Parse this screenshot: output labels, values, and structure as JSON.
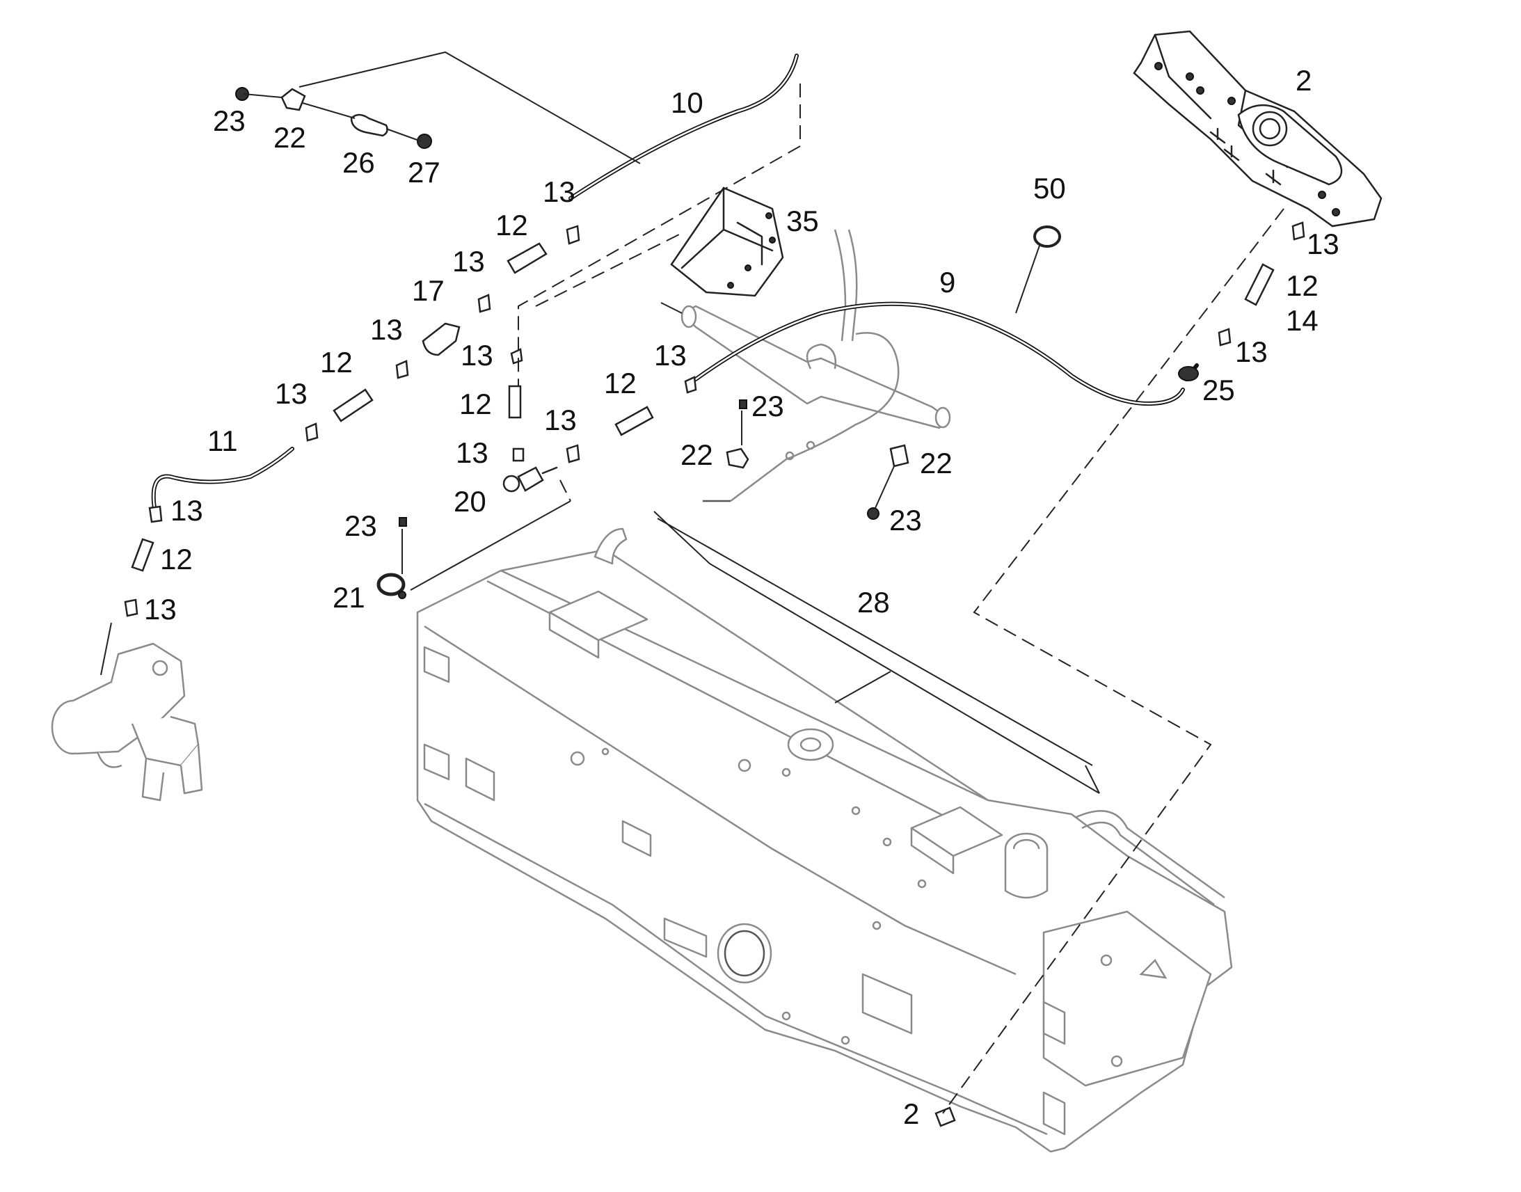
{
  "callouts": [
    {
      "id": "c2a",
      "text": "2"
    },
    {
      "id": "c2b",
      "text": "2"
    },
    {
      "id": "c9",
      "text": "9"
    },
    {
      "id": "c10",
      "text": "10"
    },
    {
      "id": "c11",
      "text": "11"
    },
    {
      "id": "c12a",
      "text": "12"
    },
    {
      "id": "c12b",
      "text": "12"
    },
    {
      "id": "c12c",
      "text": "12"
    },
    {
      "id": "c12d",
      "text": "12"
    },
    {
      "id": "c12e",
      "text": "12"
    },
    {
      "id": "c12f",
      "text": "12"
    },
    {
      "id": "c13a",
      "text": "13"
    },
    {
      "id": "c13b",
      "text": "13"
    },
    {
      "id": "c13c",
      "text": "13"
    },
    {
      "id": "c13d",
      "text": "13"
    },
    {
      "id": "c13e",
      "text": "13"
    },
    {
      "id": "c13f",
      "text": "13"
    },
    {
      "id": "c13g",
      "text": "13"
    },
    {
      "id": "c13h",
      "text": "13"
    },
    {
      "id": "c13i",
      "text": "13"
    },
    {
      "id": "c13j",
      "text": "13"
    },
    {
      "id": "c13k",
      "text": "13"
    },
    {
      "id": "c13l",
      "text": "13"
    },
    {
      "id": "c14",
      "text": "14"
    },
    {
      "id": "c17",
      "text": "17"
    },
    {
      "id": "c20",
      "text": "20"
    },
    {
      "id": "c21",
      "text": "21"
    },
    {
      "id": "c22a",
      "text": "22"
    },
    {
      "id": "c22b",
      "text": "22"
    },
    {
      "id": "c22c",
      "text": "22"
    },
    {
      "id": "c23a",
      "text": "23"
    },
    {
      "id": "c23b",
      "text": "23"
    },
    {
      "id": "c23c",
      "text": "23"
    },
    {
      "id": "c23d",
      "text": "23"
    },
    {
      "id": "c25",
      "text": "25"
    },
    {
      "id": "c26",
      "text": "26"
    },
    {
      "id": "c27",
      "text": "27"
    },
    {
      "id": "c28",
      "text": "28"
    },
    {
      "id": "c35",
      "text": "35"
    },
    {
      "id": "c50",
      "text": "50"
    }
  ],
  "colors": {
    "line": "#222222",
    "ghost": "#8a8a8a",
    "background": "#ffffff"
  }
}
